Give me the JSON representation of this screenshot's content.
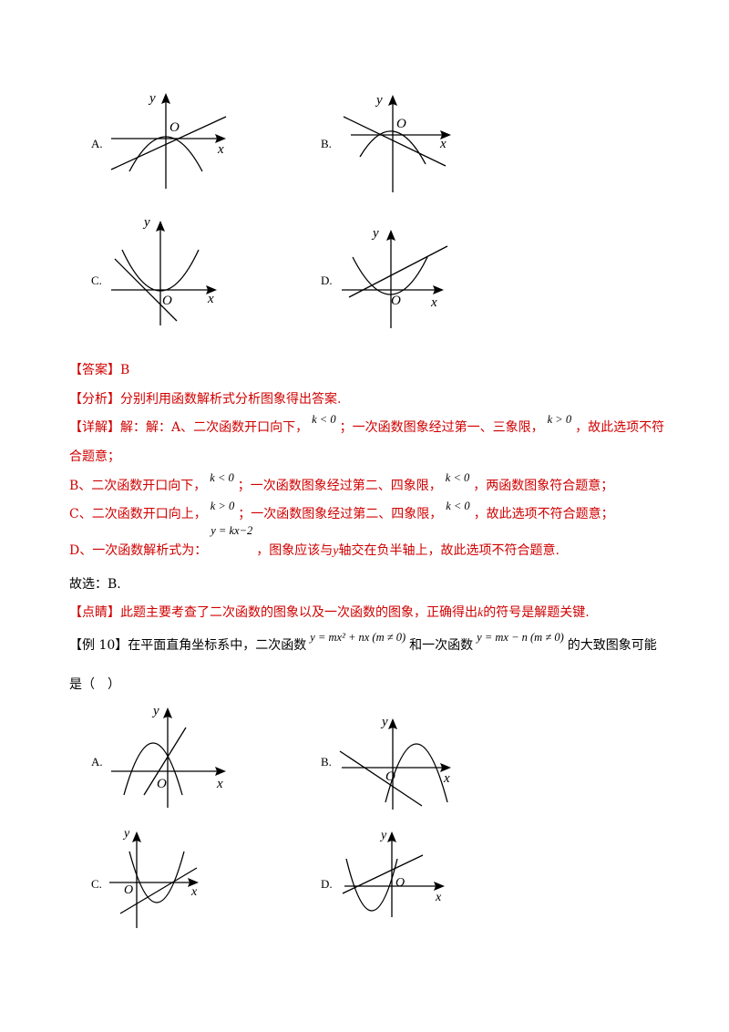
{
  "q9_options": [
    "A.",
    "B.",
    "C.",
    "D."
  ],
  "axis": {
    "x": "x",
    "y": "y",
    "origin": "O"
  },
  "answer": {
    "label": "【答案】",
    "text": "B"
  },
  "analysis": {
    "label": "【分析】",
    "text": "分别利用函数解析式分析图象得出答案."
  },
  "detail": {
    "label": "【详解】",
    "a_p1": "解：解：A、二次函数开口向下，",
    "a_m1": "k < 0",
    "a_p2": "；一次函数图象经过第一、三象限，",
    "a_m2": "k > 0",
    "a_p3": "，故此选项不符",
    "a_cont": "合题意；",
    "b_p1": "B、二次函数开口向下，",
    "b_m1": "k < 0",
    "b_p2": "；一次函数图象经过第二、四象限，",
    "b_m2": "k < 0",
    "b_p3": "，两函数图象符合题意；",
    "c_p1": "C、二次函数开口向上，",
    "c_m1": "k > 0",
    "c_p2": "；一次函数图象经过第二、四象限，",
    "c_m2": "k < 0",
    "c_p3": "，故此选项不符合题意；",
    "d_p1": "D、一次函数解析式为：",
    "d_m1": "y = kx−2",
    "d_p2": "，图象应该与",
    "d_y": "y",
    "d_p3": "轴交在负半轴上，故此选项不符合题意."
  },
  "conclusion": "故选：B.",
  "remark": {
    "label": "【点睛】",
    "p1": "此题主要考查了二次函数的图象以及一次函数的图象，正确得出",
    "k": "k",
    "p2": "的符号是解题关键."
  },
  "example10": {
    "label": "【例 10】",
    "p1": "在平面直角坐标系中，二次函数",
    "m1": "y = mx² + nx (m ≠ 0)",
    "p2": "和一次函数",
    "m2": "y = mx − n (m ≠ 0)",
    "p3": "的大致图象可能",
    "cont": "是（　）"
  },
  "q10_options": [
    "A.",
    "B.",
    "C.",
    "D."
  ]
}
